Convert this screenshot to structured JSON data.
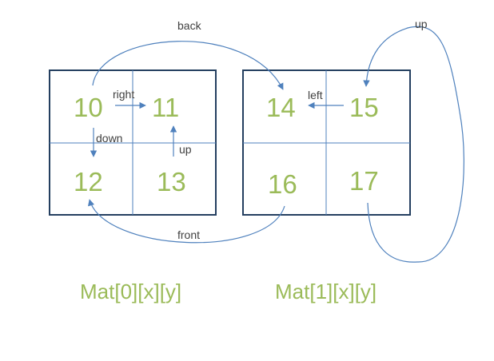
{
  "matrices": [
    {
      "caption": "Mat[0][x][y]",
      "cells": [
        "10",
        "11",
        "12",
        "13"
      ]
    },
    {
      "caption": "Mat[1][x][y]",
      "cells": [
        "14",
        "15",
        "16",
        "17"
      ]
    }
  ],
  "arrows": {
    "right": "right",
    "down": "down",
    "up_inner": "up",
    "left": "left",
    "back": "back",
    "front": "front",
    "up_outer": "up"
  },
  "colors": {
    "numbers": "#9bbb59",
    "arrows": "#4f81bd",
    "grid_border": "#243f60",
    "labels": "#404040"
  }
}
